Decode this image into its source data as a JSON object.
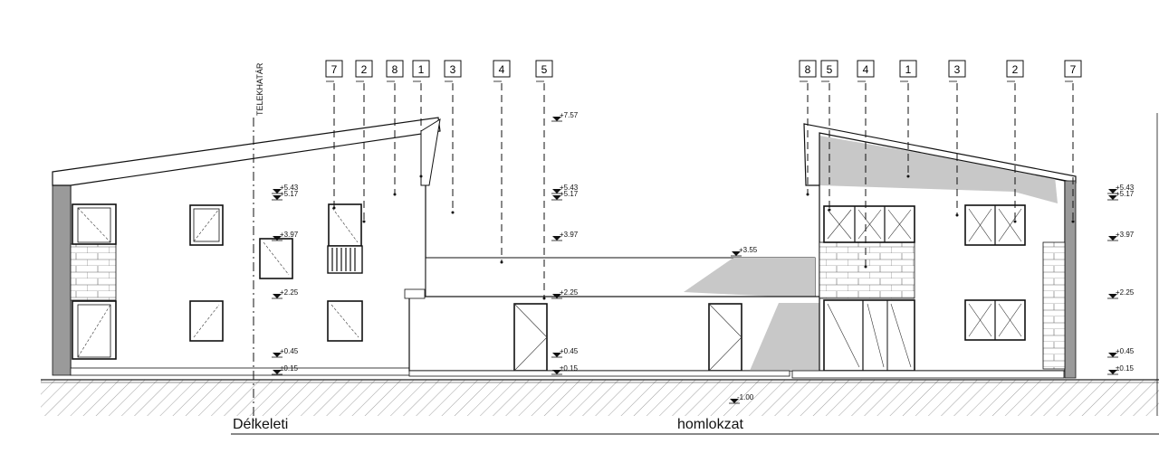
{
  "drawing": {
    "caption_left": "Délkeleti",
    "caption_right": "homlokzat",
    "boundary_label": "TELEKHATÁR",
    "tags_left": [
      "7",
      "2",
      "8",
      "1",
      "3",
      "4",
      "5"
    ],
    "tags_right": [
      "8",
      "5",
      "4",
      "1",
      "3",
      "2",
      "7"
    ],
    "levels_left": [
      "+5.43",
      "+5.17",
      "+3.97",
      "+2.25",
      "+0.45",
      "±0.15"
    ],
    "levels_center": [
      "+7.57",
      "+5.43",
      "+5.17",
      "+3.97",
      "+2.25",
      "+0.45",
      "±0.15"
    ],
    "levels_middle": [
      "+3.55",
      "-1.00"
    ],
    "levels_right": [
      "+5.43",
      "+5.17",
      "+3.97",
      "+2.25",
      "+0.45",
      "±0.15"
    ]
  }
}
